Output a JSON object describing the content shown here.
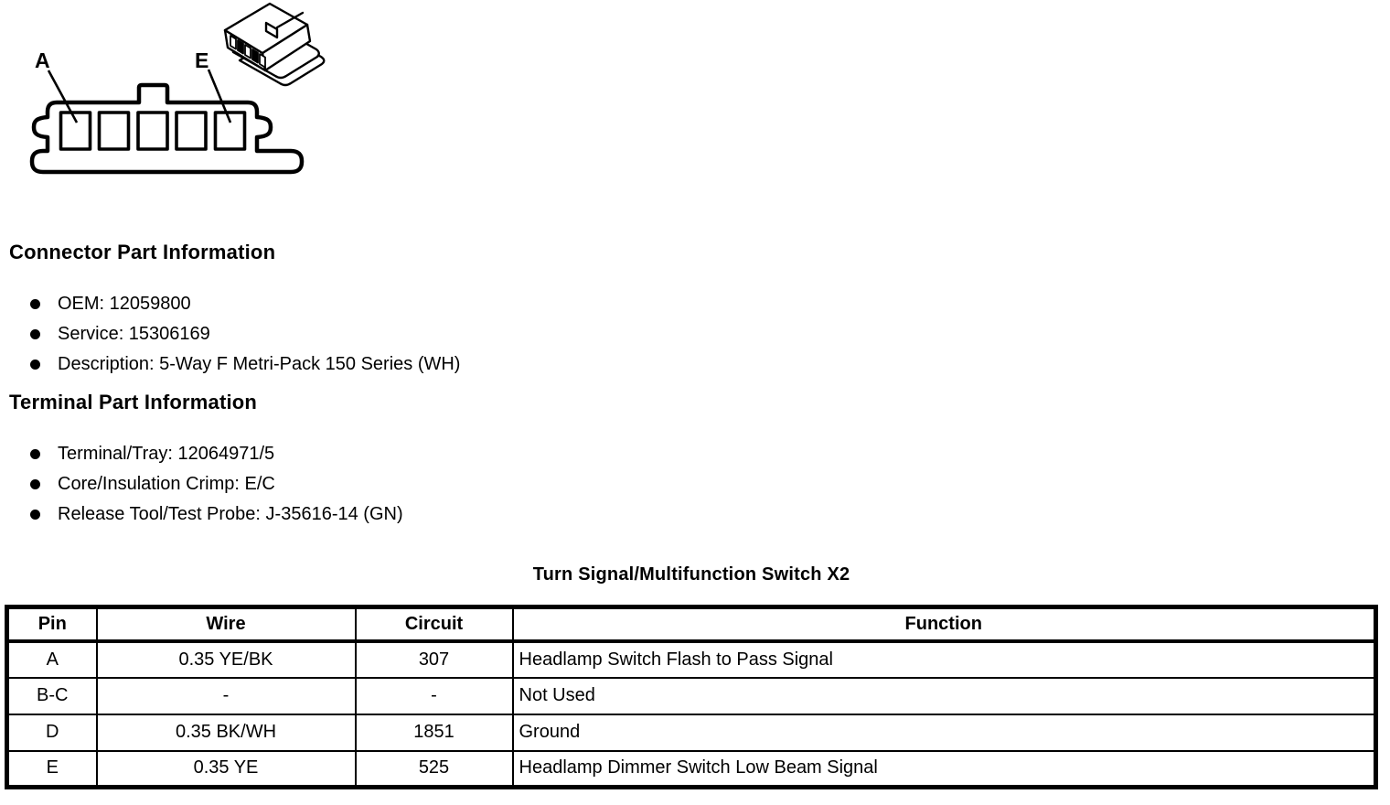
{
  "colors": {
    "ink": "#000000",
    "background": "#ffffff"
  },
  "diagram": {
    "pin_label_first": "A",
    "pin_label_last": "E"
  },
  "connector_part_information": {
    "heading": "Connector Part Information",
    "items": [
      "OEM: 12059800",
      "Service: 15306169",
      "Description: 5-Way F Metri-Pack 150 Series (WH)"
    ]
  },
  "terminal_part_information": {
    "heading": "Terminal Part Information",
    "items": [
      "Terminal/Tray: 12064971/5",
      "Core/Insulation Crimp: E/C",
      "Release Tool/Test Probe: J-35616-14 (GN)"
    ]
  },
  "pinout_table": {
    "title": "Turn Signal/Multifunction Switch X2",
    "columns": [
      "Pin",
      "Wire",
      "Circuit",
      "Function"
    ],
    "rows": [
      {
        "pin": "A",
        "wire": "0.35 YE/BK",
        "circuit": "307",
        "function": "Headlamp Switch Flash to Pass Signal"
      },
      {
        "pin": "B-C",
        "wire": "-",
        "circuit": "-",
        "function": "Not Used"
      },
      {
        "pin": "D",
        "wire": "0.35 BK/WH",
        "circuit": "1851",
        "function": "Ground"
      },
      {
        "pin": "E",
        "wire": "0.35 YE",
        "circuit": "525",
        "function": "Headlamp Dimmer Switch Low Beam Signal"
      }
    ]
  }
}
